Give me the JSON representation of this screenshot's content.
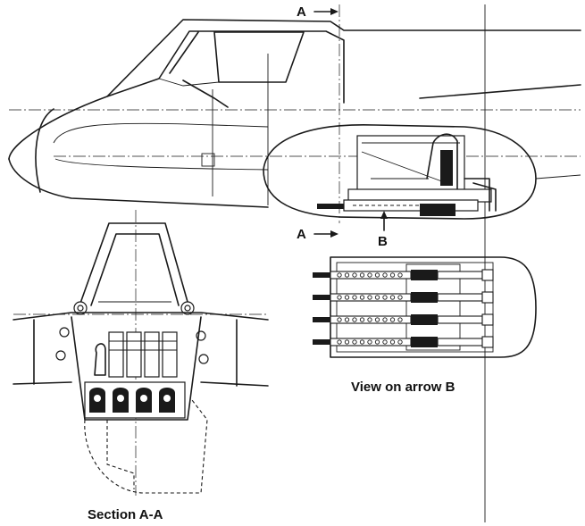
{
  "labels": {
    "section_marker_top": "A",
    "section_marker_bottom": "A",
    "arrow_b": "B",
    "view_caption": "View on arrow B",
    "section_caption": "Section A-A"
  },
  "colors": {
    "ink": "#1a1a1a",
    "paper": "#ffffff"
  },
  "guns": {
    "count": 4
  }
}
